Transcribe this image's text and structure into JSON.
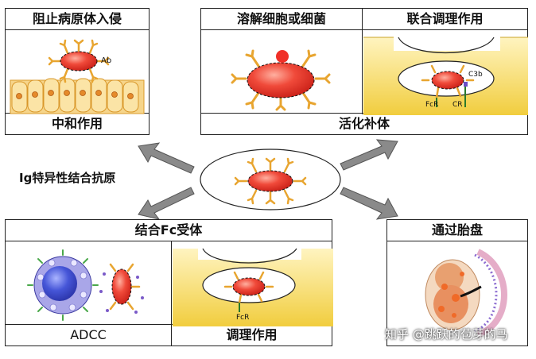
{
  "panels": {
    "block_invasion": {
      "title": "阻止病原体入侵",
      "footer": "中和作用",
      "ab_label": "Ab"
    },
    "complement": {
      "title_left": "溶解细胞或细菌",
      "title_right": "联合调理作用",
      "footer": "活化补体",
      "fcr_label": "FcR",
      "cr_label": "CR",
      "c3b_label": "C3b"
    },
    "fc_receptor": {
      "title": "结合Fc受体",
      "footer_left": "ADCC",
      "footer_right": "调理作用",
      "fcr_label": "FcR"
    },
    "placenta": {
      "title": "通过胎盘"
    }
  },
  "center": {
    "side_label": "Ig特异性结合抗原"
  },
  "watermark": "知乎 @跳跃的苞芽的马",
  "colors": {
    "antigen": "#e83a2e",
    "antibody": "#f0a830",
    "cell_yellow": "#f5d44a",
    "nk_blue": "#4a5fd8"
  }
}
